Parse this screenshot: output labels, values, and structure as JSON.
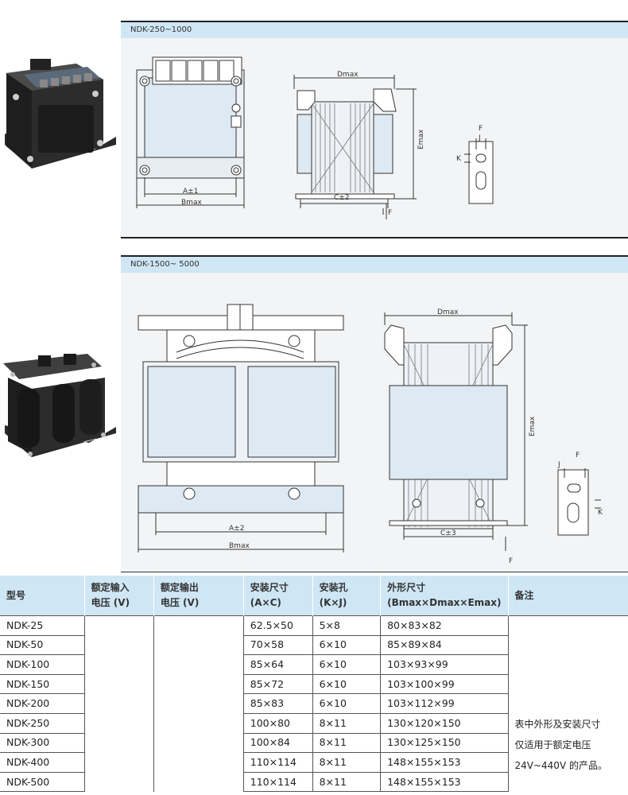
{
  "section1": {
    "title": "NDK-250~1000"
  },
  "section2": {
    "title": "NDK-1500~ 5000"
  },
  "drawing1": {
    "front_dims": [
      "A±1",
      "Bmax"
    ],
    "side_dims": [
      "Dmax",
      "Emax",
      "C±2",
      "F"
    ],
    "hole_dims": [
      "F",
      "J",
      "K"
    ]
  },
  "drawing2": {
    "front_dims": [
      "A±2",
      "Bmax"
    ],
    "side_dims": [
      "Dmax",
      "Emax",
      "C±3",
      "F"
    ],
    "hole_dims": [
      "J",
      "F",
      "K"
    ]
  },
  "table": {
    "headers": [
      [
        "型号"
      ],
      [
        "额定输入",
        "电压 (V)"
      ],
      [
        "额定输出",
        "电压 (V)"
      ],
      [
        "安装尺寸",
        "(A×C)"
      ],
      [
        "安装孔",
        "(K×J)"
      ],
      [
        "外形尺寸",
        "(Bmax×Dmax×Emax)"
      ],
      [
        "备注"
      ]
    ],
    "rows": [
      [
        "NDK-25",
        "62.5×50",
        "5×8",
        "80×83×82"
      ],
      [
        "NDK-50",
        "70×58",
        "6×10",
        "85×89×84"
      ],
      [
        "NDK-100",
        "85×64",
        "6×10",
        "103×93×99"
      ],
      [
        "NDK-150",
        "85×72",
        "6×10",
        "103×100×99"
      ],
      [
        "NDK-200",
        "85×83",
        "6×10",
        "103×112×99"
      ],
      [
        "NDK-250",
        "100×80",
        "8×11",
        "130×120×150"
      ],
      [
        "NDK-300",
        "100×84",
        "8×11",
        "130×125×150"
      ],
      [
        "NDK-400",
        "110×114",
        "8×11",
        "148×155×153"
      ],
      [
        "NDK-500",
        "110×114",
        "8×11",
        "148×155×153"
      ]
    ],
    "note": [
      "表中外形及安装尺寸",
      "仅适用于额定电压",
      "24V~440V 的产品。"
    ]
  },
  "colors": {
    "header_bg": "#cfe6f5",
    "panel_bg": "#f3f4f6",
    "core_fill": "#dde9f3"
  }
}
